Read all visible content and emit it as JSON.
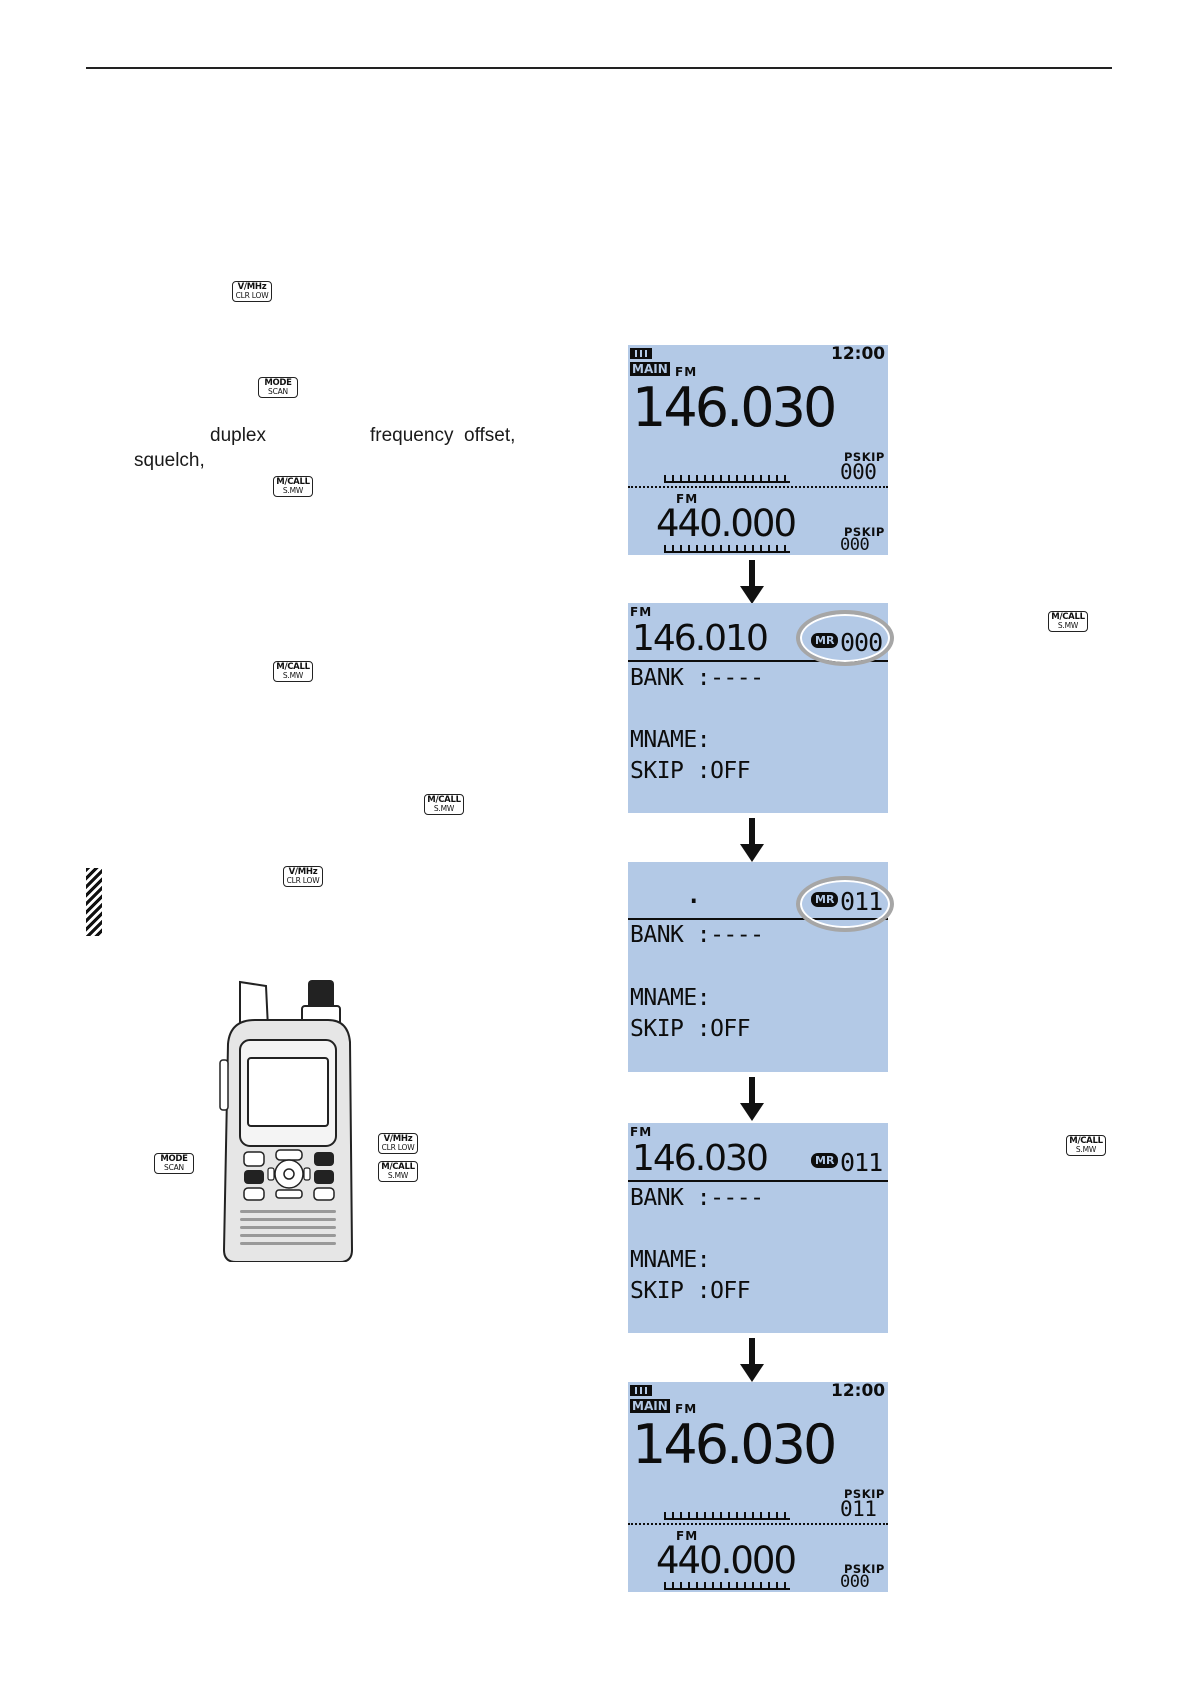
{
  "paragraph": {
    "word_duplex": "duplex",
    "word_frequency_offset": "frequency  offset,",
    "word_squelch": "squelch,"
  },
  "keys": {
    "vmhz": {
      "top": "V/MHz",
      "bottom": "CLR LOW"
    },
    "mode": {
      "top": "MODE",
      "bottom": "SCAN"
    },
    "mcall": {
      "top": "M/CALL",
      "bottom": "S.MW"
    }
  },
  "screens": {
    "s1": {
      "clock": "12:00",
      "badge": "MAIN",
      "mode_main": "FM",
      "freq_main": "146.030",
      "pskip_label": "PSKIP",
      "pskip_main": "000",
      "mode_sub": "FM",
      "freq_sub": "440.000",
      "pskip_sub": "000"
    },
    "s2": {
      "mode": "FM",
      "freq": "146.010",
      "mr": "MR",
      "channel": "000",
      "bank": "BANK :----",
      "mname": "MNAME:",
      "skip": "SKIP :OFF"
    },
    "s3": {
      "freq": ".",
      "mr": "MR",
      "channel": "011",
      "bank": "BANK :----",
      "mname": "MNAME:",
      "skip": "SKIP :OFF"
    },
    "s4": {
      "mode": "FM",
      "freq": "146.030",
      "mr": "MR",
      "channel": "011",
      "bank": "BANK :----",
      "mname": "MNAME:",
      "skip": "SKIP :OFF"
    },
    "s5": {
      "clock": "12:00",
      "badge": "MAIN",
      "mode_main": "FM",
      "freq_main": "146.030",
      "pskip_label": "PSKIP",
      "pskip_main": "011",
      "mode_sub": "FM",
      "freq_sub": "440.000",
      "pskip_sub": "000"
    }
  }
}
